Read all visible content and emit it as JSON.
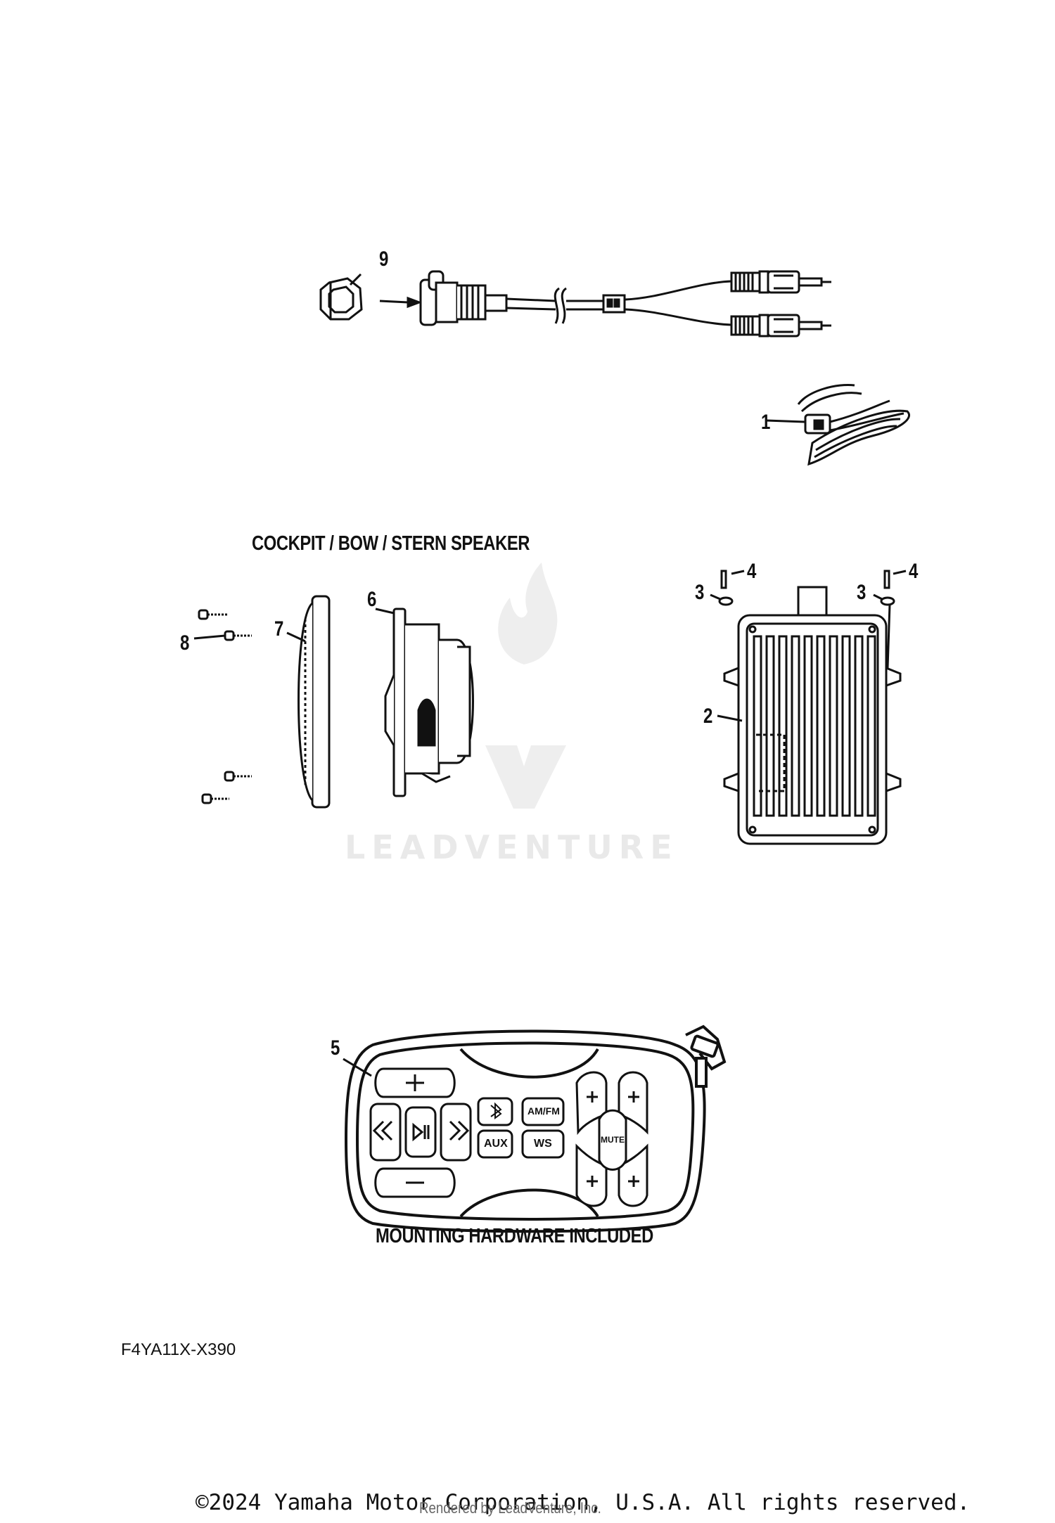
{
  "callouts": {
    "c1": "1",
    "c2": "2",
    "c3a": "3",
    "c3b": "3",
    "c4a": "4",
    "c4b": "4",
    "c5": "5",
    "c6": "6",
    "c7": "7",
    "c8": "8",
    "c9": "9"
  },
  "labels": {
    "speaker_section": "COCKPIT / BOW / STERN SPEAKER",
    "mounting_note": "MOUNTING HARDWARE INCLUDED"
  },
  "remote_buttons": {
    "aux": "AUX",
    "ws": "WS",
    "amfm": "AM/FM",
    "mute": "MUTE"
  },
  "drawing_code": "F4YA11X-X390",
  "watermark": "LEADVENTURE",
  "footer": {
    "copyright": "©2024 Yamaha Motor Corporation, U.S.A. All rights reserved.",
    "rendered_by": "Rendered by LeadVenture, Inc."
  }
}
